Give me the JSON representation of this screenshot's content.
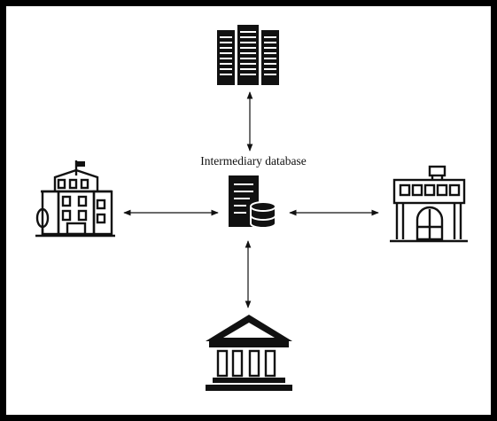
{
  "diagram": {
    "center_label": "Intermediary database",
    "nodes": [
      {
        "id": "top",
        "icon": "server-rack-icon"
      },
      {
        "id": "left",
        "icon": "school-building-icon"
      },
      {
        "id": "right",
        "icon": "storefront-building-icon"
      },
      {
        "id": "bottom",
        "icon": "bank-icon"
      },
      {
        "id": "center",
        "icon": "database-server-icon"
      }
    ],
    "connections": [
      {
        "from": "center",
        "to": "top",
        "bidirectional": true
      },
      {
        "from": "center",
        "to": "left",
        "bidirectional": true
      },
      {
        "from": "center",
        "to": "right",
        "bidirectional": true
      },
      {
        "from": "center",
        "to": "bottom",
        "bidirectional": true
      }
    ],
    "colors": {
      "ink": "#111111",
      "border": "#000000",
      "background": "#ffffff"
    }
  }
}
